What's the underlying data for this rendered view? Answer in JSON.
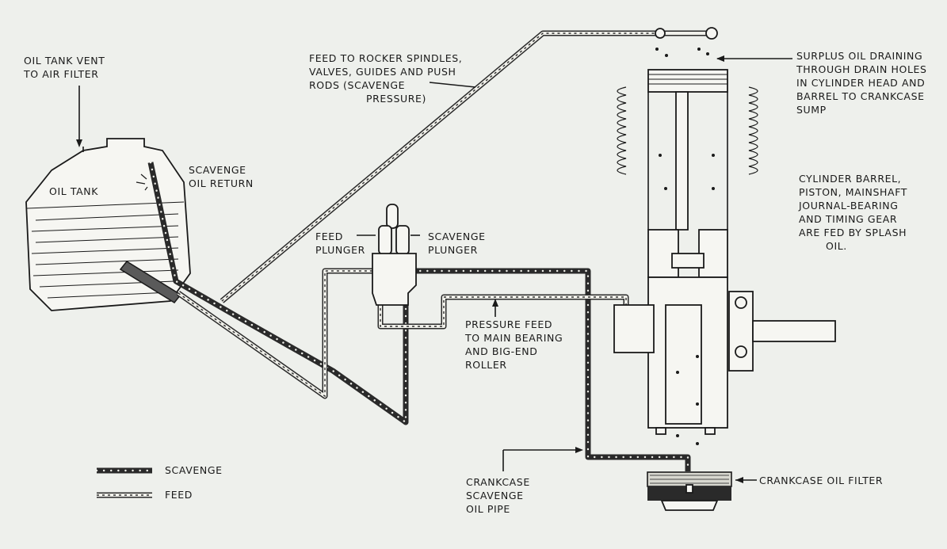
{
  "labels": {
    "oil_tank_vent": [
      "OIL TANK VENT",
      "TO AIR FILTER"
    ],
    "oil_tank": "OIL TANK",
    "scavenge_oil_return": [
      "SCAVENGE",
      "OIL RETURN"
    ],
    "feed_to_rocker": [
      "FEED TO ROCKER SPINDLES,",
      "VALVES, GUIDES AND PUSH",
      "RODS  (SCAVENGE",
      "PRESSURE)"
    ],
    "surplus_oil": [
      "SURPLUS OIL DRAINING",
      "THROUGH DRAIN HOLES",
      "IN CYLINDER HEAD AND",
      "BARREL TO CRANKCASE",
      "SUMP"
    ],
    "splash_oil": [
      "CYLINDER BARREL,",
      "PISTON, MAINSHAFT",
      "JOURNAL-BEARING",
      "AND TIMING GEAR",
      "ARE FED BY SPLASH",
      "OIL."
    ],
    "feed_plunger": [
      "FEED",
      "PLUNGER"
    ],
    "scavenge_plunger": [
      "SCAVENGE",
      "PLUNGER"
    ],
    "pressure_feed": [
      "PRESSURE FEED",
      "TO MAIN BEARING",
      "AND BIG-END",
      "ROLLER"
    ],
    "crankcase_scavenge_pipe": [
      "CRANKCASE",
      "SCAVENGE",
      "OIL PIPE"
    ],
    "crankcase_oil_filter": "CRANKCASE OIL FILTER"
  },
  "legend": {
    "scavenge": "SCAVENGE",
    "feed": "FEED"
  }
}
